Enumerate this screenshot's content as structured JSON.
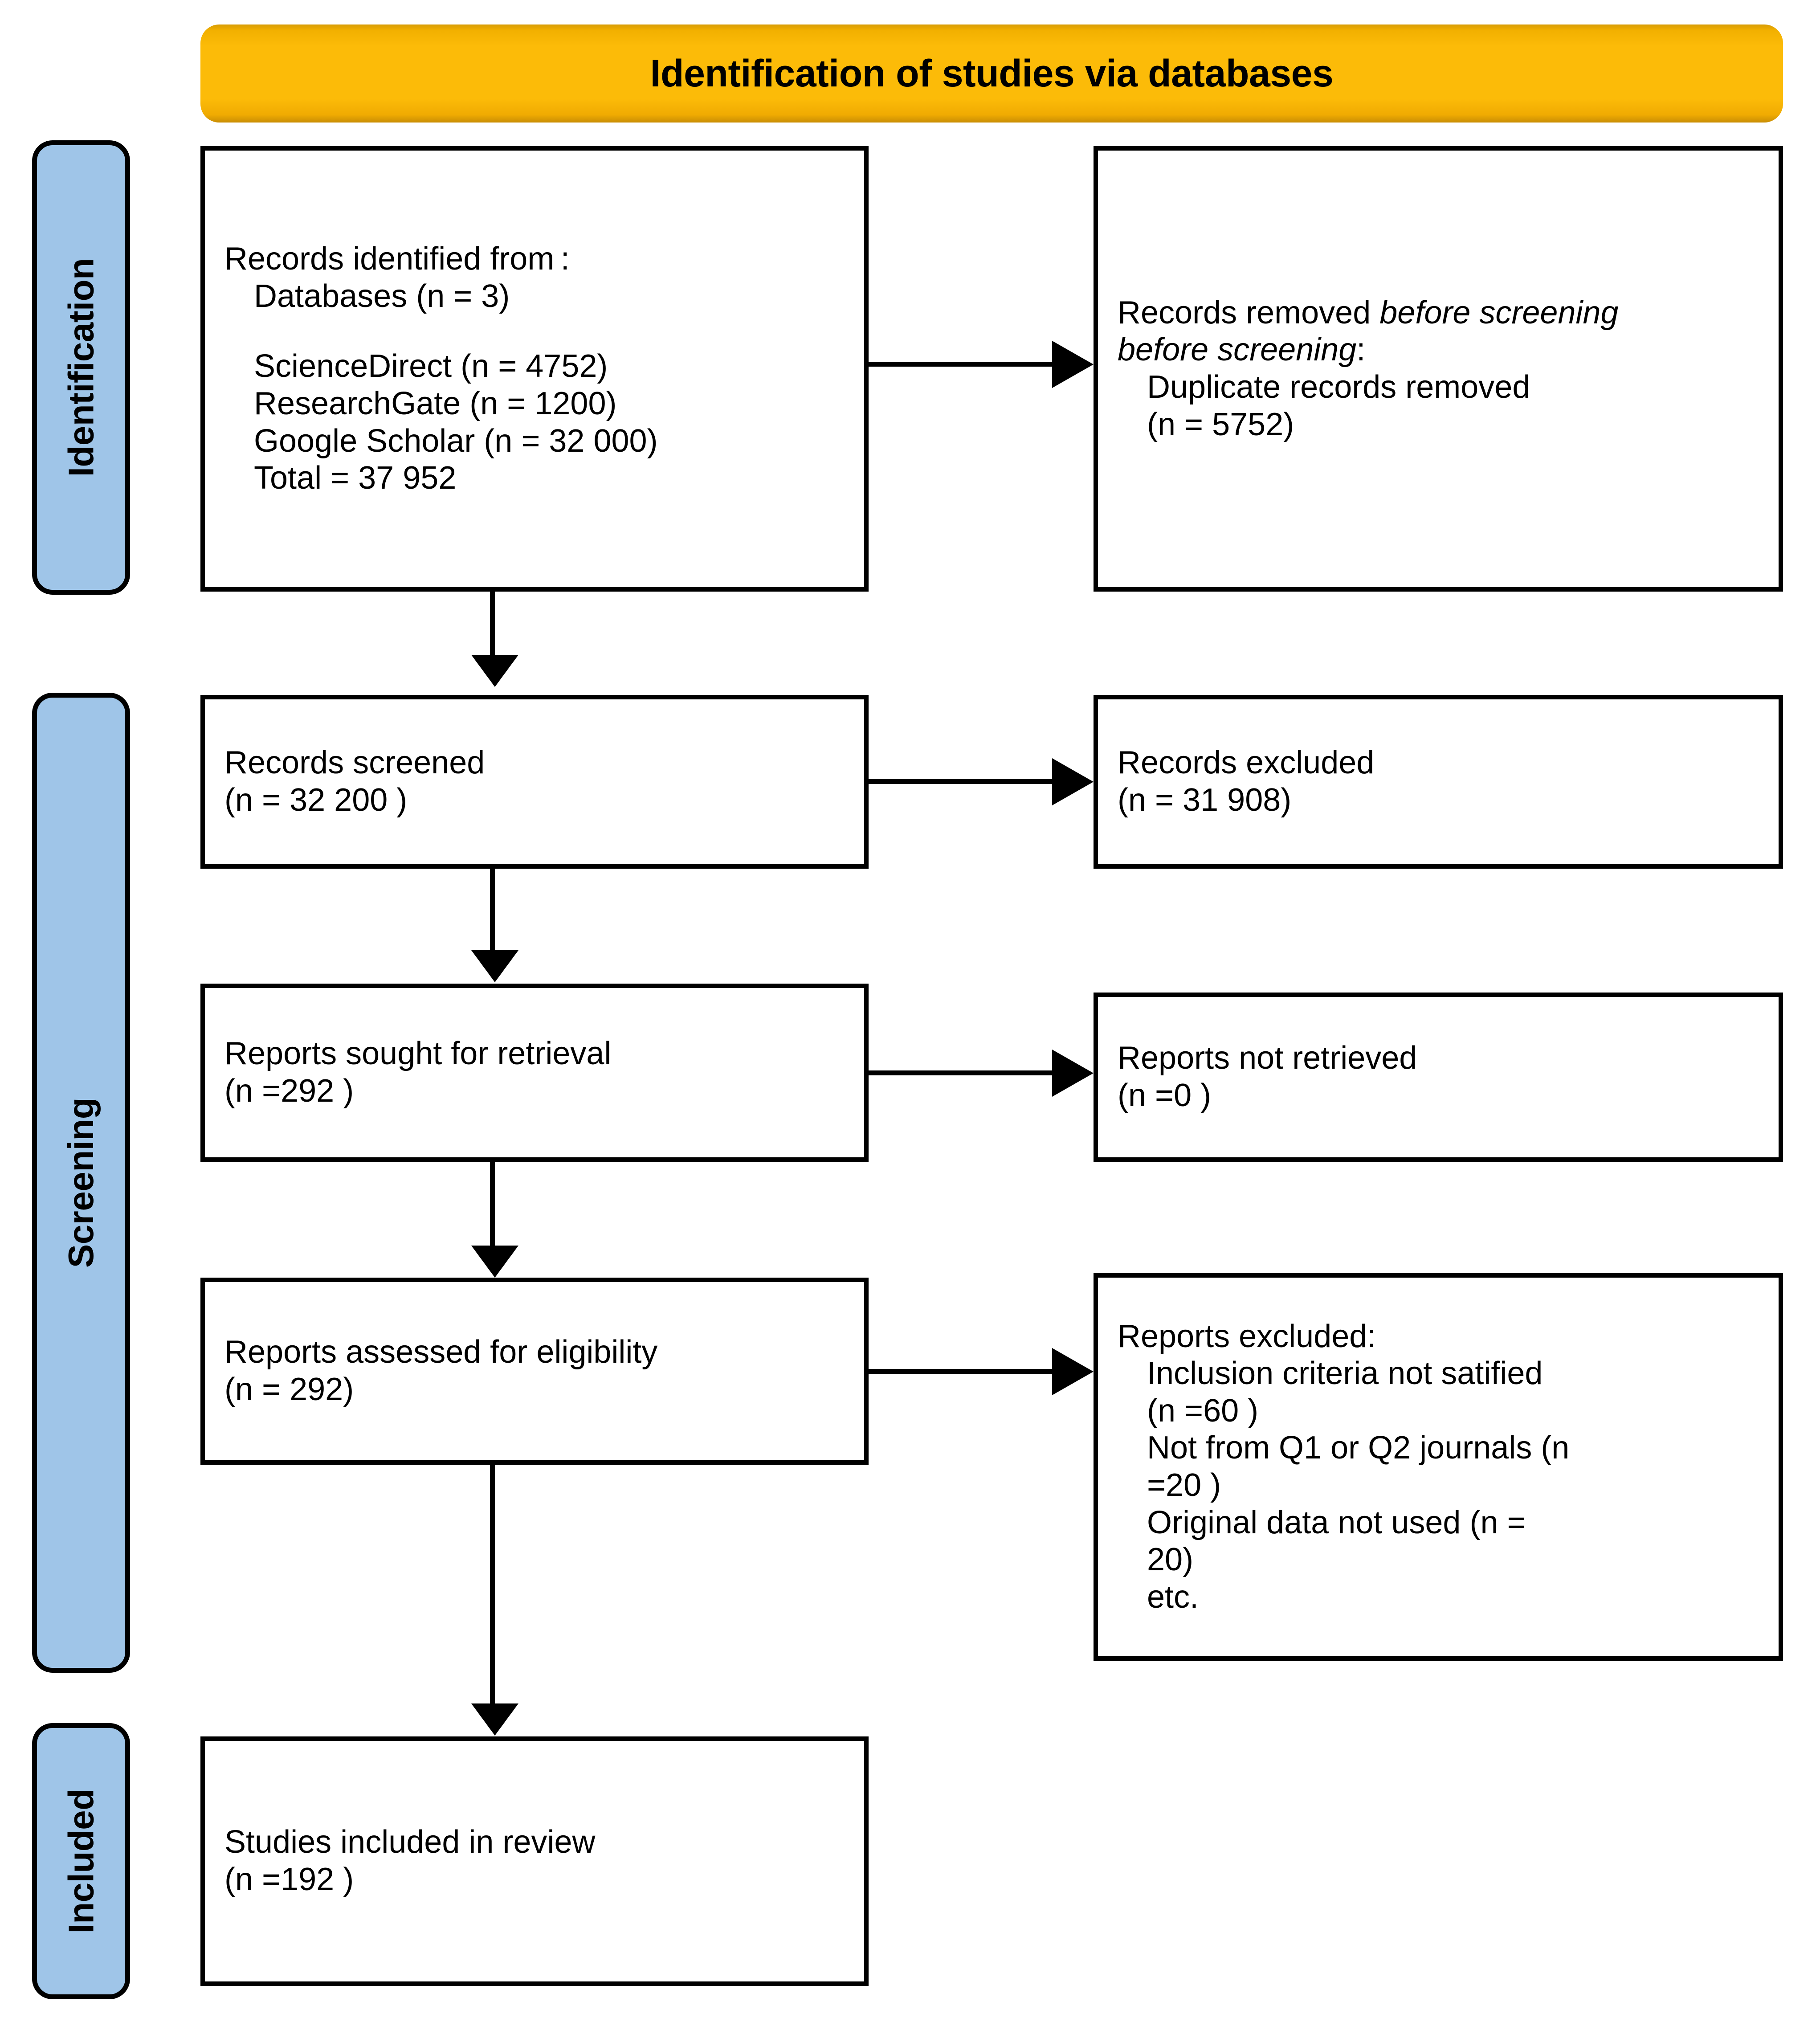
{
  "banner": {
    "title": "Identification of studies via databases"
  },
  "stages": [
    {
      "key": "identification",
      "label": "Identification"
    },
    {
      "key": "screening",
      "label": "Screening"
    },
    {
      "key": "included",
      "label": "Included"
    }
  ],
  "boxes": {
    "identified": {
      "name": "Records identified",
      "lines": [
        "Records identified from :",
        "Databases (n = 3)",
        "",
        "ScienceDirect (n = 4752)",
        "ResearchGate (n = 1200)",
        "Google Scholar (n = 32 000)",
        "Total = 37 952"
      ]
    },
    "removed": {
      "name": "Records removed before screening",
      "lines": [
        "Records removed ",
        "before screening",
        ":",
        "Duplicate records removed",
        "(n = 5752)"
      ]
    },
    "screened": {
      "name": "Records screened",
      "lines": [
        "Records screened",
        "(n = 32 200 )"
      ]
    },
    "excluded_records": {
      "name": "Records excluded",
      "lines": [
        "Records excluded",
        "(n = 31 908)"
      ]
    },
    "sought": {
      "name": "Reports sought for retrieval",
      "lines": [
        "Reports sought for retrieval",
        "(n =292 )"
      ]
    },
    "not_retrieved": {
      "name": "Reports not retrieved",
      "lines": [
        "Reports not retrieved",
        "(n =0 )"
      ]
    },
    "assessed": {
      "name": "Reports assessed for eligibility",
      "lines": [
        "Reports assessed for eligibility",
        "(n = 292)"
      ]
    },
    "excluded_reports": {
      "name": "Reports excluded",
      "lines": [
        "Reports excluded:",
        "Inclusion criteria not satified",
        "(n =60 )",
        "Not from Q1 or Q2 journals (n",
        "=20 )",
        "Original data not used (n =",
        "20)",
        "etc."
      ]
    },
    "included": {
      "name": "Studies included in review",
      "lines": [
        "Studies included in review",
        "(n =192 )"
      ]
    }
  },
  "chart_data": {
    "type": "diagram",
    "title": "PRISMA flow diagram - Identification of studies via databases",
    "stages": [
      "Identification",
      "Screening",
      "Included"
    ],
    "nodes": [
      {
        "id": "identified",
        "stage": "Identification",
        "label": "Records identified from : Databases (n = 3)",
        "value": 37952,
        "sources": [
          {
            "name": "ScienceDirect",
            "n": 4752
          },
          {
            "name": "ResearchGate",
            "n": 1200
          },
          {
            "name": "Google Scholar",
            "n": 32000
          }
        ]
      },
      {
        "id": "removed",
        "stage": "Identification",
        "label": "Records removed before screening: Duplicate records removed",
        "value": 5752
      },
      {
        "id": "screened",
        "stage": "Screening",
        "label": "Records screened",
        "value": 32200
      },
      {
        "id": "excluded_records",
        "stage": "Screening",
        "label": "Records excluded",
        "value": 31908
      },
      {
        "id": "sought",
        "stage": "Screening",
        "label": "Reports sought for retrieval",
        "value": 292
      },
      {
        "id": "not_retrieved",
        "stage": "Screening",
        "label": "Reports not retrieved",
        "value": 0
      },
      {
        "id": "assessed",
        "stage": "Screening",
        "label": "Reports assessed for eligibility",
        "value": 292
      },
      {
        "id": "excluded_reports",
        "stage": "Screening",
        "label": "Reports excluded",
        "reasons": [
          {
            "reason": "Inclusion criteria not satified",
            "n": 60
          },
          {
            "reason": "Not from Q1 or Q2 journals",
            "n": 20
          },
          {
            "reason": "Original data not used",
            "n": 20
          },
          {
            "reason": "etc.",
            "n": null
          }
        ]
      },
      {
        "id": "included",
        "stage": "Included",
        "label": "Studies included in review",
        "value": 192
      }
    ],
    "edges": [
      {
        "from": "identified",
        "to": "removed",
        "direction": "right"
      },
      {
        "from": "identified",
        "to": "screened",
        "direction": "down"
      },
      {
        "from": "screened",
        "to": "excluded_records",
        "direction": "right"
      },
      {
        "from": "screened",
        "to": "sought",
        "direction": "down"
      },
      {
        "from": "sought",
        "to": "not_retrieved",
        "direction": "right"
      },
      {
        "from": "sought",
        "to": "assessed",
        "direction": "down"
      },
      {
        "from": "assessed",
        "to": "excluded_reports",
        "direction": "right"
      },
      {
        "from": "assessed",
        "to": "included",
        "direction": "down"
      }
    ],
    "colors": {
      "banner": "#FCBB08",
      "stage": "#9FC5E8",
      "box_border": "#000000",
      "box_fill": "#FFFFFF"
    }
  }
}
